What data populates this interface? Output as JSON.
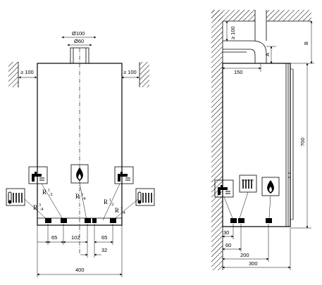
{
  "front_view": {
    "flue_outer_label": "Ø100",
    "flue_inner_label": "Ø60",
    "clearance_left": "≥ 100",
    "clearance_right": "≥ 100",
    "connections": [
      {
        "symbol": "radiator-icon",
        "label": "R",
        "sup": "3",
        "sub": "/4"
      },
      {
        "symbol": "hot-water-tap-icon",
        "label": "R",
        "sup": "1",
        "sub": "/2"
      },
      {
        "symbol": "gas-flame-icon",
        "label": "R",
        "sup": "3",
        "sub": "/4"
      },
      {
        "symbol": "hot-water-tap-icon",
        "label": "R",
        "sup": "1",
        "sub": "/2"
      },
      {
        "symbol": "radiator-icon",
        "label": "R",
        "sup": "3",
        "sub": "/4"
      }
    ],
    "dimensions": {
      "d65a": "65",
      "d102": "102",
      "d65b": "65",
      "d32": "32",
      "width": "400"
    }
  },
  "side_view": {
    "top_clearance": "≥ 100",
    "label_a": "A",
    "label_b": "B",
    "offset_150": "150",
    "height_700": "700",
    "dimensions": {
      "d30": "30",
      "d60": "60",
      "d200": "200",
      "d300": "300"
    }
  }
}
